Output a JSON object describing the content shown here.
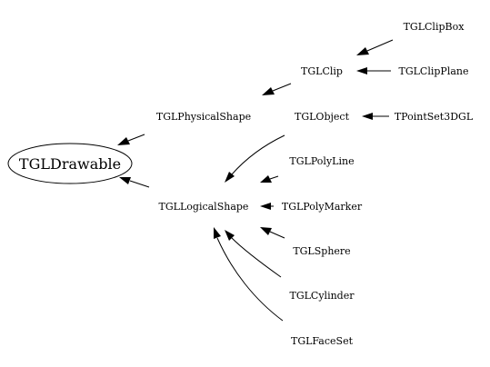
{
  "diagram": {
    "nodes": {
      "tgl_drawable": "TGLDrawable",
      "tgl_physical_shape": "TGLPhysicalShape",
      "tgl_logical_shape": "TGLLogicalShape",
      "tgl_clip": "TGLClip",
      "tgl_clip_box": "TGLClipBox",
      "tgl_clip_plane": "TGLClipPlane",
      "tgl_object": "TGLObject",
      "tpoint_set_3dgl": "TPointSet3DGL",
      "tgl_poly_line": "TGLPolyLine",
      "tgl_poly_marker": "TGLPolyMarker",
      "tgl_sphere": "TGLSphere",
      "tgl_cylinder": "TGLCylinder",
      "tgl_face_set": "TGLFaceSet"
    },
    "edges": [
      {
        "from": "TGLPhysicalShape",
        "to": "TGLDrawable"
      },
      {
        "from": "TGLLogicalShape",
        "to": "TGLDrawable"
      },
      {
        "from": "TGLClip",
        "to": "TGLPhysicalShape"
      },
      {
        "from": "TGLClipBox",
        "to": "TGLClip"
      },
      {
        "from": "TGLClipPlane",
        "to": "TGLClip"
      },
      {
        "from": "TPointSet3DGL",
        "to": "TGLObject"
      },
      {
        "from": "TGLObject",
        "to": "TGLLogicalShape"
      },
      {
        "from": "TGLPolyLine",
        "to": "TGLLogicalShape"
      },
      {
        "from": "TGLPolyMarker",
        "to": "TGLLogicalShape"
      },
      {
        "from": "TGLSphere",
        "to": "TGLLogicalShape"
      },
      {
        "from": "TGLCylinder",
        "to": "TGLLogicalShape"
      },
      {
        "from": "TGLFaceSet",
        "to": "TGLLogicalShape"
      }
    ]
  }
}
